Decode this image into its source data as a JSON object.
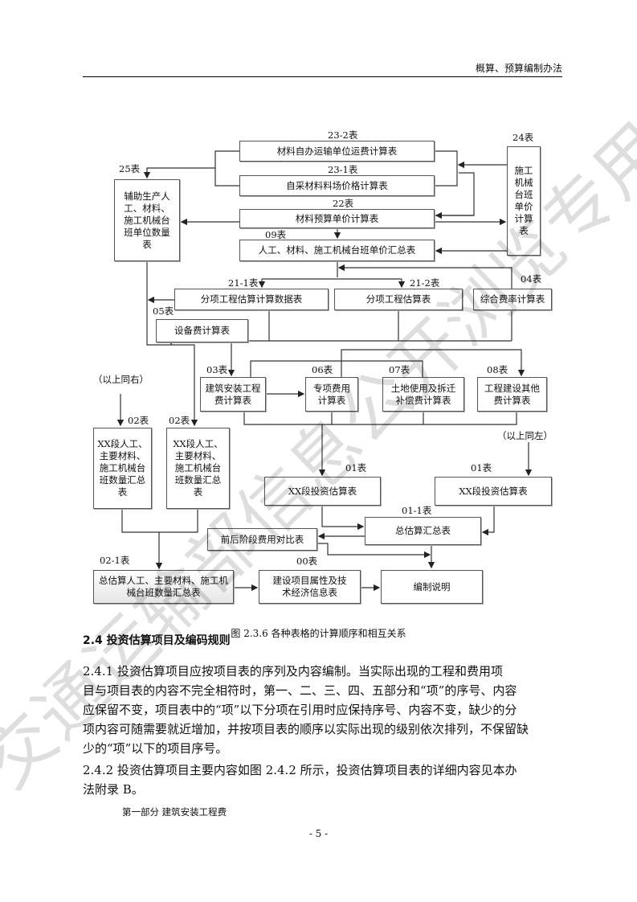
{
  "header": {
    "title": "概算、预算编制办法"
  },
  "diagram": {
    "t23_2": {
      "tag": "23-2表",
      "name": "材料自办运输单位运费计算表"
    },
    "t23_1": {
      "tag": "23-1表",
      "name": "自采材料料场价格计算表"
    },
    "t22": {
      "tag": "22表",
      "name": "材料预算单价计算表"
    },
    "t09": {
      "tag": "09表",
      "name": "人工、材料、施工机械台班单价汇总表"
    },
    "t24": {
      "tag": "24表",
      "name": "施工机械台班单价计算表"
    },
    "t25": {
      "tag": "25表",
      "name": "辅助生产人工、材料、施工机械台班单位数量表"
    },
    "t21_1": {
      "tag": "21-1表",
      "name": "分项工程估算计算数据表"
    },
    "t21_2": {
      "tag": "21-2表",
      "name": "分项工程估算表"
    },
    "t04": {
      "tag": "04表",
      "name": "综合费率计算表"
    },
    "t05": {
      "tag": "05表",
      "name": "设备费计算表"
    },
    "t03": {
      "tag": "03表",
      "name": "建筑安装工程费计算表"
    },
    "t06": {
      "tag": "06表",
      "name": "专项费用计算表"
    },
    "t07": {
      "tag": "07表",
      "name": "土地使用及拆迁补偿费计算表"
    },
    "t08": {
      "tag": "08表",
      "name": "工程建设其他费计算表"
    },
    "same_right": "（以上同右）",
    "same_left": "（以上同左）",
    "t02a": {
      "tag": "02表",
      "name": "XX段人工、主要材料、施工机械台班数量汇总表"
    },
    "t02b": {
      "tag": "02表",
      "name": "XX段人工、主要材料、施工机械台班数量汇总表"
    },
    "t01a": {
      "tag": "01表",
      "name": "XX段投资估算表"
    },
    "t01b": {
      "tag": "01表",
      "name": "XX段投资估算表"
    },
    "t01_1": {
      "tag": "01-1表",
      "name": "总估算汇总表"
    },
    "compare": {
      "name": "前后阶段费用对比表"
    },
    "t02_1": {
      "tag": "02-1表",
      "name": "总估算人工、主要材料、施工机械台班数量汇总表"
    },
    "t00": {
      "tag": "00表",
      "name": "建设项目属性及技术经济信息表"
    },
    "notes": {
      "name": "编制说明"
    },
    "caption": "图 2.3.6  各种表格的计算顺序和相互关系"
  },
  "section": {
    "heading": "2.4   投资估算项目及编码规则",
    "p1": [
      "    2.4.1   投资估算项目应按项目表的序列及内容编制。当实际出现的工程和费用项",
      "目与项目表的内容不完全相符时，第一、二、三、四、五部分和“项”的序号、内容",
      "应保留不变，项目表中的“项”以下分项在引用时应保持序号、内容不变，缺少的分",
      "项内容可随需要就近增加，并按项目表的顺序以实际出现的级别依次排列，不保留缺",
      "少的“项”以下的项目序号。"
    ],
    "p2": [
      "    2.4.2   投资估算项目主要内容如图 2.4.2 所示，投资估算项目表的详细内容见本办",
      "法附录 B。"
    ],
    "sub": "第一部分  建筑安装工程费"
  },
  "page_number": "- 5 -",
  "watermark": "交通运输部信息公开浏览专用"
}
